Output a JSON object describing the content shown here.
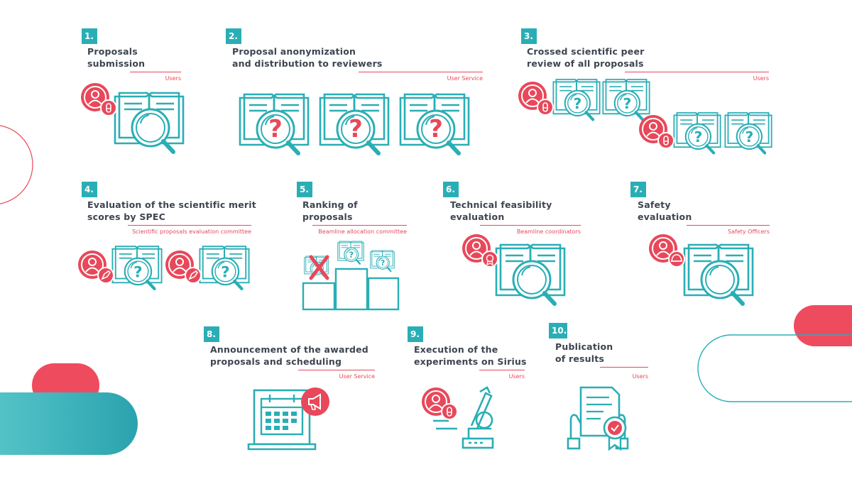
{
  "colors": {
    "teal": "#2aaeb5",
    "red": "#e8485a",
    "text": "#3d4550"
  },
  "steps": [
    {
      "number": "1.",
      "title_lines": [
        "Proposals",
        "submission"
      ],
      "role": "Users",
      "icons": [
        "user-icon",
        "test-tube-icon",
        "book-icon",
        "magnifier-icon"
      ]
    },
    {
      "number": "2.",
      "title_lines": [
        "Proposal anonymization",
        "and distribution to reviewers"
      ],
      "role": "User Service",
      "icons": [
        "book-icon",
        "magnifier-icon",
        "question-mark-icon"
      ]
    },
    {
      "number": "3.",
      "title_lines": [
        "Crossed scientific peer",
        "review of all proposals"
      ],
      "role": "Users",
      "icons": [
        "user-icon",
        "test-tube-icon",
        "book-icon",
        "magnifier-icon",
        "question-mark-icon"
      ]
    },
    {
      "number": "4.",
      "title_lines": [
        "Evaluation of the scientific merit",
        "scores by SPEC"
      ],
      "role": "Scientific proposals evaluation committee",
      "icons": [
        "user-icon",
        "pen-icon",
        "book-icon",
        "magnifier-icon",
        "question-mark-icon"
      ]
    },
    {
      "number": "5.",
      "title_lines": [
        "Ranking of",
        "proposals"
      ],
      "role": "Beamline allocation committee",
      "icons": [
        "podium-icon",
        "cross-icon",
        "book-icon",
        "magnifier-icon",
        "question-mark-icon"
      ]
    },
    {
      "number": "6.",
      "title_lines": [
        "Technical feasibility",
        "evaluation"
      ],
      "role": "Beamline coordinators",
      "icons": [
        "user-icon",
        "award-icon",
        "book-icon",
        "magnifier-icon"
      ]
    },
    {
      "number": "7.",
      "title_lines": [
        "Safety",
        "evaluation"
      ],
      "role": "Safety Officers",
      "icons": [
        "user-icon",
        "hard-hat-icon",
        "book-icon",
        "magnifier-icon"
      ]
    },
    {
      "number": "8.",
      "title_lines": [
        "Announcement of the awarded",
        "proposals and scheduling"
      ],
      "role": "User Service",
      "icons": [
        "laptop-icon",
        "calendar-icon",
        "megaphone-icon"
      ]
    },
    {
      "number": "9.",
      "title_lines": [
        "Execution of the",
        "experiments on Sirius"
      ],
      "role": "Users",
      "icons": [
        "user-icon",
        "test-tube-icon",
        "microscope-icon"
      ]
    },
    {
      "number": "10.",
      "title_lines": [
        "Publication",
        "of results"
      ],
      "role": "Users",
      "icons": [
        "hands-icon",
        "document-icon",
        "certificate-icon"
      ]
    }
  ]
}
